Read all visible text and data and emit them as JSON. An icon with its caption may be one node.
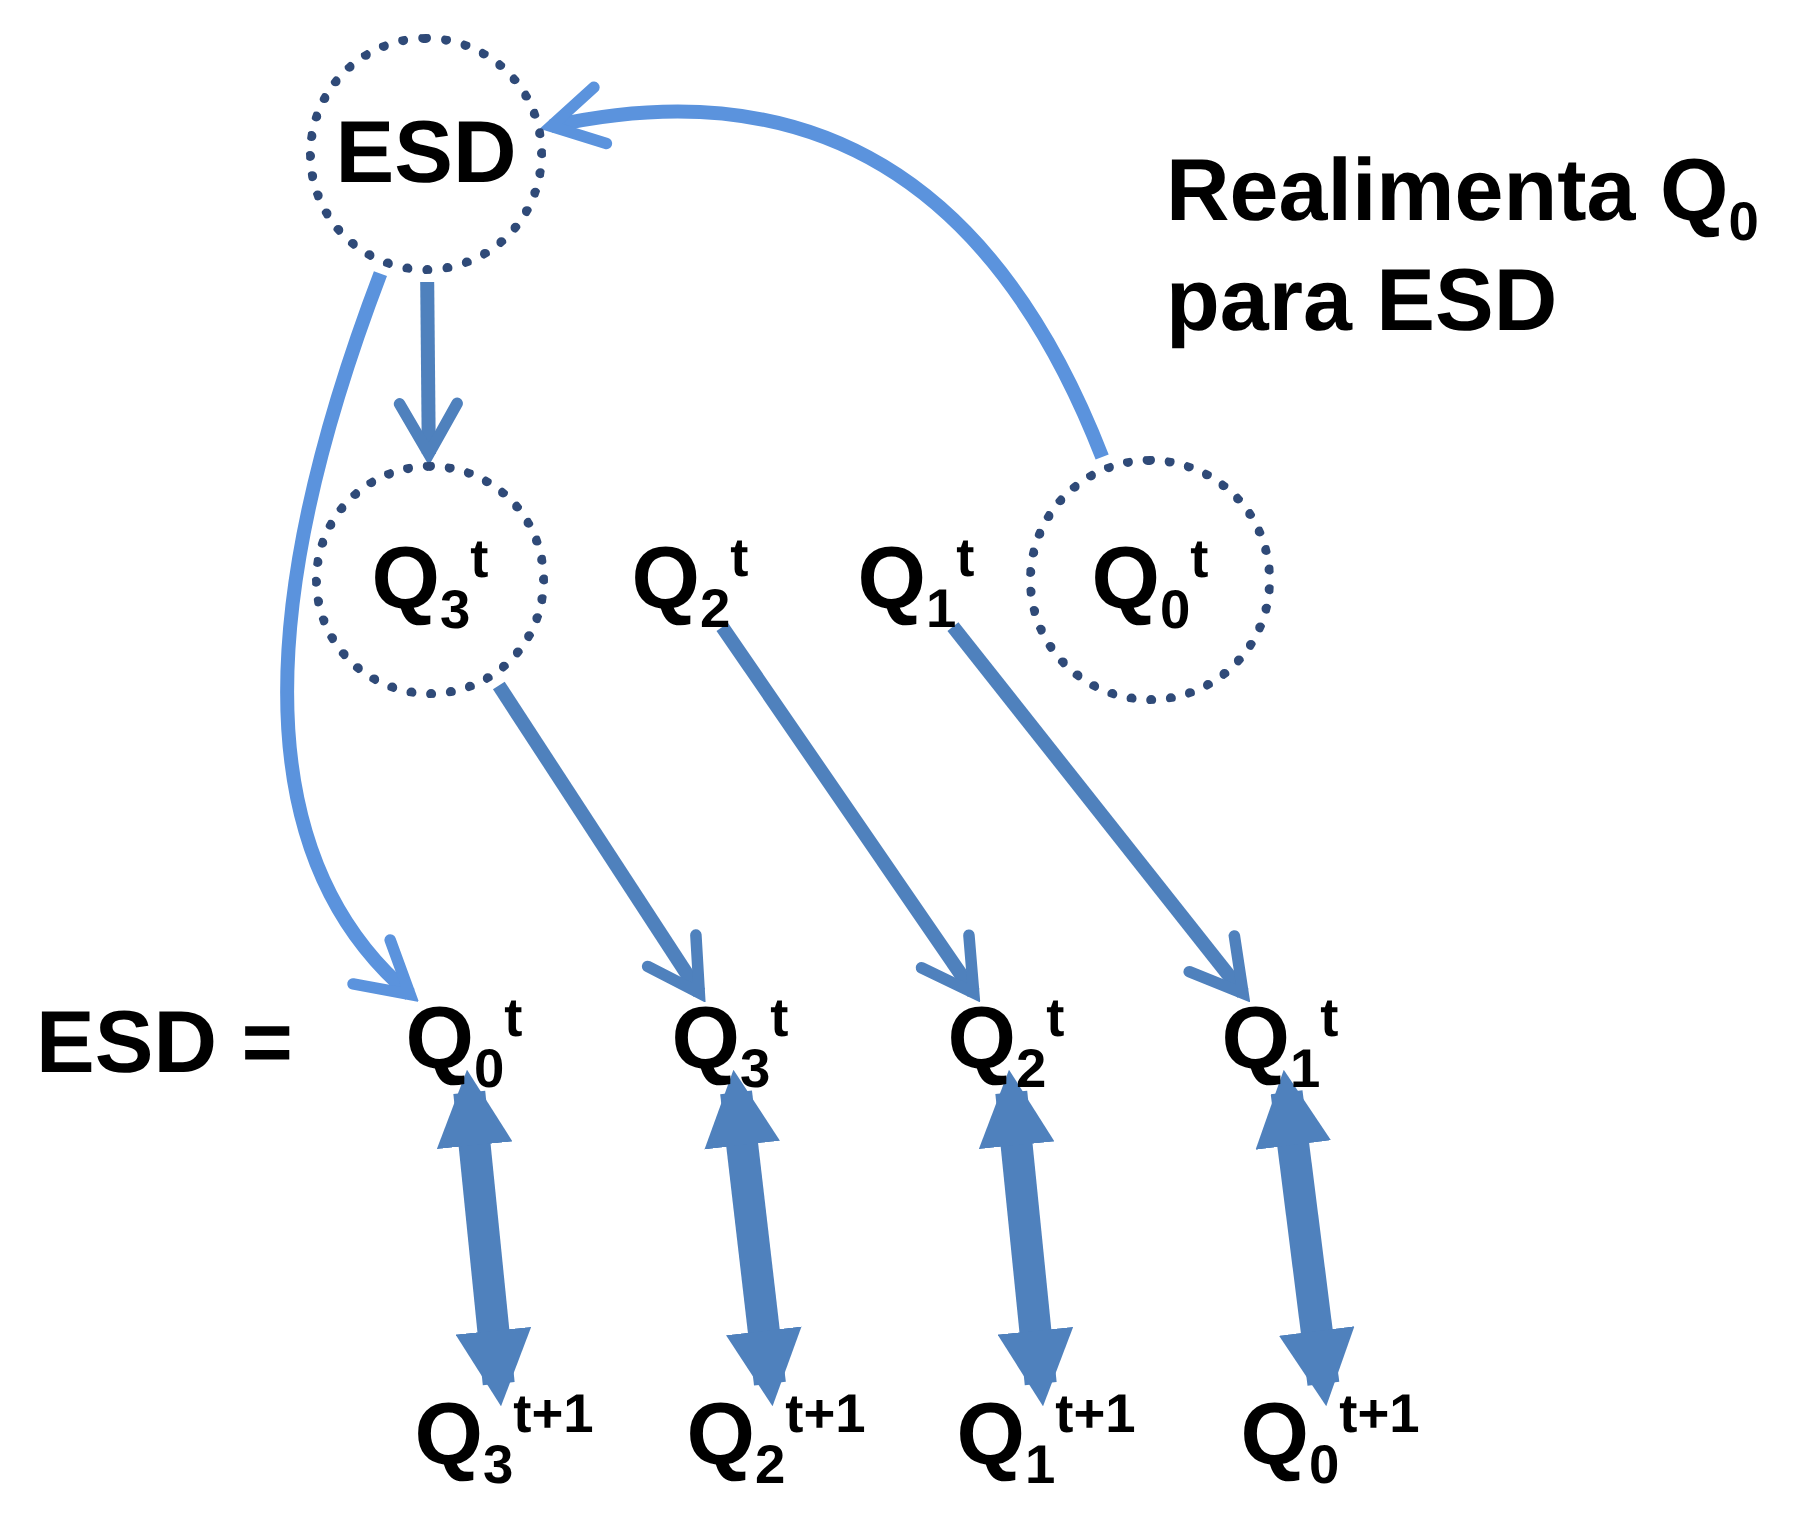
{
  "diagram": {
    "nodes": [
      {
        "text": [
          "ESD"
        ]
      },
      {
        "text": [
          "Q$_{3}$$^{t}$"
        ]
      },
      {
        "text": [
          "Q$_{2}$$^{t}$"
        ]
      },
      {
        "text": [
          "Q$_{1}$$^{t}$"
        ]
      },
      {
        "text": [
          "Q$_{0}$$^{t}$"
        ]
      },
      {
        "text": [
          "Q$_{0}$$^{t}$"
        ]
      },
      {
        "text": [
          "Q$_{3}$$^{t}$"
        ]
      },
      {
        "text": [
          "Q$_{2}$$^{t}$"
        ]
      },
      {
        "text": [
          "Q$_{1}$$^{t}$"
        ]
      },
      {
        "text": [
          "Q$_{3}$$^{t+1}$"
        ]
      },
      {
        "text": [
          "Q$_{2}$$^{t+1}$"
        ]
      },
      {
        "text": [
          "Q$_{1}$$^{t+1}$"
        ]
      },
      {
        "text": [
          "Q$_{0}$$^{t+1}$"
        ]
      }
    ],
    "edges": [
      {
        "from": 4,
        "to": 0,
        "arrow": "to",
        "color": "#5b93dd"
      },
      {
        "from": 0,
        "to": 1,
        "arrow": "to"
      },
      {
        "from": 0,
        "to": 5,
        "arrow": "to",
        "color": "#5b93dd"
      },
      {
        "from": 1,
        "to": 6,
        "arrow": "to"
      },
      {
        "from": 2,
        "to": 7,
        "arrow": "to"
      },
      {
        "from": 3,
        "to": 8,
        "arrow": "to"
      },
      {
        "from": 5,
        "to": 9,
        "arrow": "both",
        "style": "thick"
      },
      {
        "from": 6,
        "to": 10,
        "arrow": "both",
        "style": "thick"
      },
      {
        "from": 7,
        "to": 11,
        "arrow": "both",
        "style": "thick"
      },
      {
        "from": 8,
        "to": 12,
        "arrow": "both",
        "style": "thick"
      }
    ],
    "labels": [
      "Realimenta Q$_{0}$ para ESD",
      "ESD ="
    ]
  }
}
